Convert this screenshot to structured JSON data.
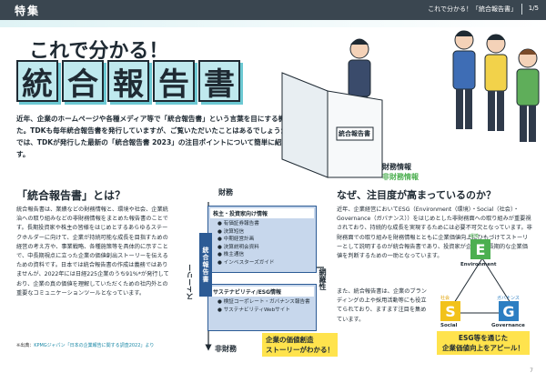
{
  "header": {
    "section": "特集",
    "breadcrumb": "これで分かる！「統合報告書」",
    "page_indicator": "1/5"
  },
  "title": {
    "line1": "これで分かる！",
    "chars": [
      "統",
      "合",
      "報",
      "告",
      "書"
    ]
  },
  "intro": "近年、企業のホームページや各種メディア等で「統合報告書」という言葉を目にする機会が増えました。TDKも毎年統合報告書を発行していますが、ご覧いただいたことはあるでしょうか？今回の特集では、TDKが発行した最新の「統合報告書 2023」の注目ポイントについて簡単に紹介していきます。",
  "illustration": {
    "doc_label": "統合報告書",
    "financial_label": "財務情報",
    "nonfinancial_label": "非財務情報"
  },
  "left": {
    "heading": "「統合報告書」とは？",
    "body": "統合報告書は、業績などの財務情報と、環境や社会、企業統治への取り組みなどの非財務情報をまとめた報告書のことです。長期投資家や株主の皆様をはじめとするあらゆるステークホルダーに向けて、企業が持続可能な成長を目指すための経営の考え方や、事業戦略、各種施策等を具体的に示すことで、中長期視点に立った企業の価値創出ストーリーを伝えるための資料です。日本では統合報告書の作成は義務ではありませんが、2022年には日経225企業のうち91%*が発行しており、企業の真の価値を理解していただくための社内外との重要なコミュニケーションツールとなっています。",
    "note_prefix": "※出典：",
    "note_link": "KPMGジャパン「日本の企業報告に関する調査2022」より"
  },
  "diagram": {
    "axis_financial": "財務",
    "axis_story": "ストーリー",
    "axis_network": "網羅性",
    "axis_nonfinancial": "非財務",
    "center_tag": "統合報告書",
    "box1_title": "株主・投資家向け情報",
    "box1_items": [
      "有価証券報告書",
      "決算短信",
      "中期経営計画",
      "決算説明会資料",
      "株主通信",
      "インベスターズガイド"
    ],
    "box2_title": "サステナビリティ/ESG情報",
    "box2_items": [
      "検証コーポレート・ガバナンス報告書",
      "サステナビリティWebサイト"
    ],
    "callout": [
      "企業の価値創造",
      "ストーリーがわかる！"
    ]
  },
  "right": {
    "heading": "なぜ、注目度が高まっているのか？",
    "body": "近年、企業経営においてESG（Environment（環境）・Social（社会）・Governance（ガバナンス））をはじめとした非財務面への取り組みが重要視されており、持続的な成長を実現するためには必要不可欠となっています。非財務面での取り組みを財務情報とともに企業価値向上にひもづけてストーリーとして説明するのが統合報告書であり、投資家が企業の中長期的な企業価値を判断するための一助となっています。",
    "body2": "また、統合報告書は、企業のブランディングの上や採用活動等にも役立てられており、ますます注目を集めています。",
    "callout": [
      "ESG等を通じた",
      "企業価値向上をアピール！"
    ]
  },
  "esg": {
    "e_label": "環境",
    "e_letter": "E",
    "e_word": "Environment",
    "s_label": "社会",
    "s_letter": "S",
    "s_word": "Social",
    "g_label": "ガバナンス",
    "g_letter": "G",
    "g_word": "Governance"
  },
  "page_number": "7",
  "colors": {
    "accent": "#6cc9d3",
    "dark": "#3a4650",
    "navy": "#2c5b95",
    "yellow": "#ffe34d",
    "green": "#4caf50"
  }
}
